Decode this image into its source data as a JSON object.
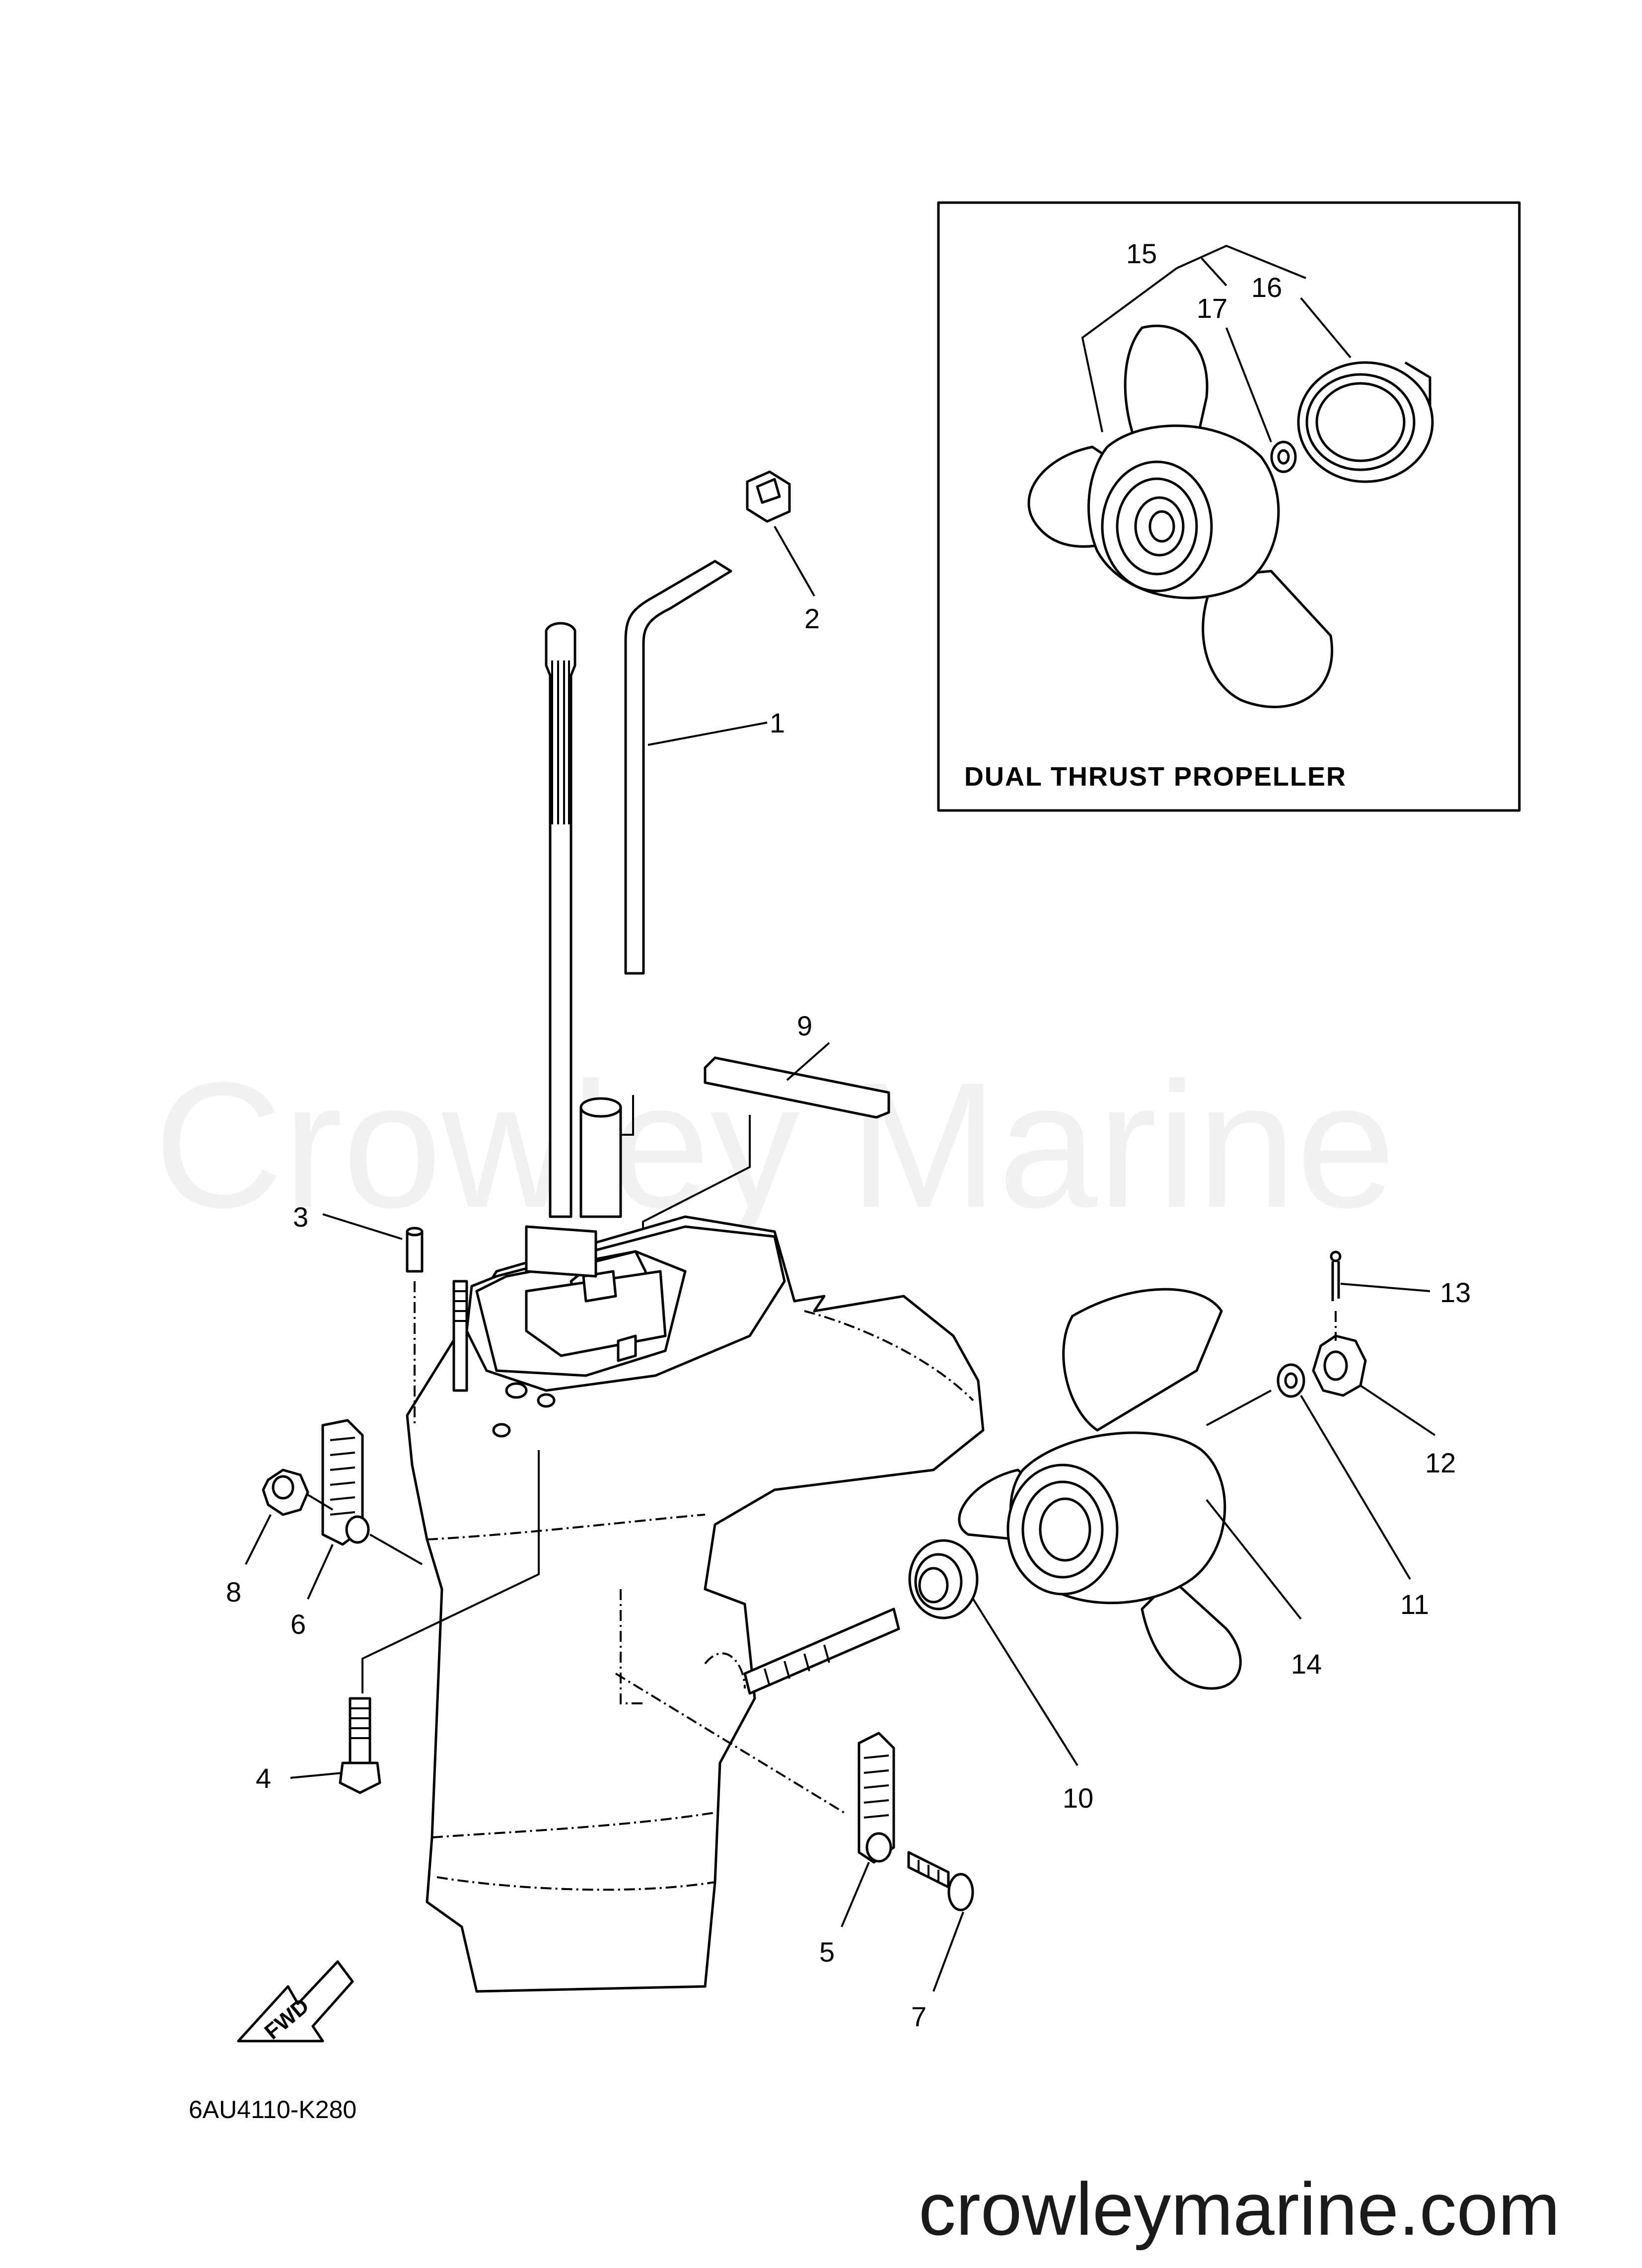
{
  "watermark": "Crowley Marine",
  "website": "crowleymarine.com",
  "diagram_code": "6AU4110-K280",
  "fwd_label": "FWD",
  "inset": {
    "title": "DUAL THRUST PROPELLER"
  },
  "callouts": {
    "c1": "1",
    "c2": "2",
    "c3": "3",
    "c4": "4",
    "c5": "5",
    "c6": "6",
    "c7": "7",
    "c8": "8",
    "c9": "9",
    "c10": "10",
    "c11": "11",
    "c12": "12",
    "c13": "13",
    "c14": "14",
    "c15": "15",
    "c16": "16",
    "c17": "17"
  }
}
